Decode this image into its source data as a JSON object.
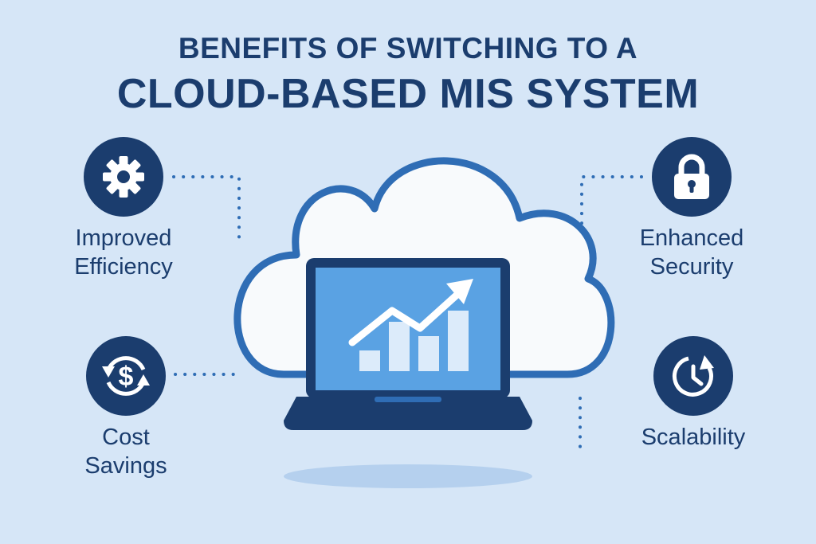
{
  "title": {
    "line1": "BENEFITS OF SWITCHING TO A",
    "line2": "CLOUD-BASED MIS SYSTEM"
  },
  "benefits": [
    {
      "id": "efficiency",
      "label": "Improved\nEfficiency",
      "icon": "gear-icon"
    },
    {
      "id": "security",
      "label": "Enhanced\nSecurity",
      "icon": "lock-icon"
    },
    {
      "id": "cost",
      "label": "Cost\nSavings",
      "icon": "dollar-cycle-icon"
    },
    {
      "id": "scalability",
      "label": "Scalability",
      "icon": "clock-cycle-icon"
    }
  ],
  "colors": {
    "background": "#d6e6f7",
    "navy": "#1b3d6e",
    "blue": "#2f6db5",
    "screen": "#5aa2e3",
    "cloud": "#f8fafc"
  }
}
